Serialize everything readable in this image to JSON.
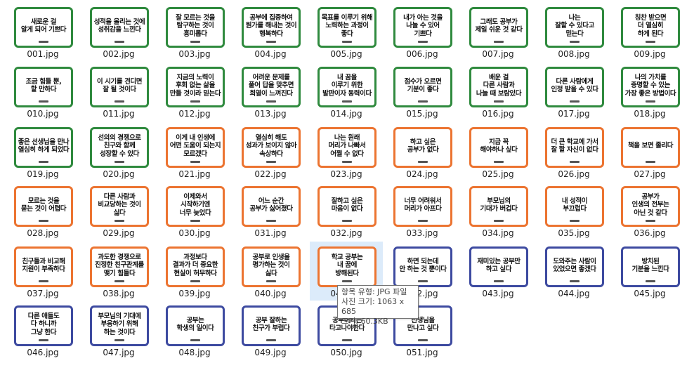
{
  "colors": {
    "green": "#2f8a3e",
    "orange": "#ec7431",
    "blue": "#3d4aa0",
    "selection": "#dcebfa"
  },
  "files": [
    {
      "name": "001.jpg",
      "text": "새로운 걸\n알게 되어 기쁘다",
      "color": "green"
    },
    {
      "name": "002.jpg",
      "text": "성적을 올리는 것에\n성취감을 느낀다",
      "color": "green"
    },
    {
      "name": "003.jpg",
      "text": "잘 모르는 것을\n탐구하는 것이\n흥미롭다",
      "color": "green"
    },
    {
      "name": "004.jpg",
      "text": "공부에 집중하여\n뭔가를 해내는 것이\n행복하다",
      "color": "green"
    },
    {
      "name": "005.jpg",
      "text": "목표를 이루기 위해\n노력하는 과정이\n좋다",
      "color": "green"
    },
    {
      "name": "006.jpg",
      "text": "내가 아는 것을\n나눌 수 있어\n기쁘다",
      "color": "green"
    },
    {
      "name": "007.jpg",
      "text": "그래도 공부가\n제일 쉬운 것 같다",
      "color": "green"
    },
    {
      "name": "008.jpg",
      "text": "나는\n잘할 수 있다고\n믿는다",
      "color": "green"
    },
    {
      "name": "009.jpg",
      "text": "칭찬 받으면\n더 열심히\n하게 된다",
      "color": "green"
    },
    {
      "name": "010.jpg",
      "text": "조금 힘들 뿐,\n할 만하다",
      "color": "green"
    },
    {
      "name": "011.jpg",
      "text": "이 시기를 견디면\n잘 될 것이다",
      "color": "green"
    },
    {
      "name": "012.jpg",
      "text": "지금의 노력이\n후회 없는 삶을\n만들 것이라 믿는다",
      "color": "green"
    },
    {
      "name": "013.jpg",
      "text": "어려운 문제를\n풀어 답을 맞추면\n희열이 느껴진다",
      "color": "green"
    },
    {
      "name": "014.jpg",
      "text": "내 꿈을\n이루기 위한\n발판이자 동력이다",
      "color": "green"
    },
    {
      "name": "015.jpg",
      "text": "점수가 오르면\n기분이 좋다",
      "color": "green"
    },
    {
      "name": "016.jpg",
      "text": "배운 걸\n다른 사람과\n나눌 때 보람있다",
      "color": "green"
    },
    {
      "name": "017.jpg",
      "text": "다른 사람에게\n인정 받을 수 있다",
      "color": "green"
    },
    {
      "name": "018.jpg",
      "text": "나의 가치를\n증명할 수 있는\n가장 좋은 방법이다",
      "color": "green"
    },
    {
      "name": "019.jpg",
      "text": "좋은 선생님을 만나\n열심히 하게 되었다",
      "color": "green"
    },
    {
      "name": "020.jpg",
      "text": "선의의 경쟁으로\n친구와 함께\n성장할 수 있다",
      "color": "green"
    },
    {
      "name": "021.jpg",
      "text": "이게 내 인생에\n어떤 도움이 되는지\n모르겠다",
      "color": "orange"
    },
    {
      "name": "022.jpg",
      "text": "열심히 해도\n성과가 보이지 않아\n속상하다",
      "color": "orange"
    },
    {
      "name": "023.jpg",
      "text": "나는 원래\n머리가 나빠서\n어쩔 수 없다",
      "color": "orange"
    },
    {
      "name": "024.jpg",
      "text": "하고 싶은\n공부가 없다",
      "color": "orange"
    },
    {
      "name": "025.jpg",
      "text": "지금 꼭\n해야하나 싶다",
      "color": "orange"
    },
    {
      "name": "026.jpg",
      "text": "더 큰 학교에 가서\n잘 할 자신이 없다",
      "color": "orange"
    },
    {
      "name": "027.jpg",
      "text": "책을 보면 졸리다",
      "color": "orange"
    },
    {
      "name": "028.jpg",
      "text": "모르는 것을\n묻는 것이 어렵다",
      "color": "orange"
    },
    {
      "name": "029.jpg",
      "text": "다른 사람과\n비교당하는 것이\n싫다",
      "color": "orange"
    },
    {
      "name": "030.jpg",
      "text": "이제와서\n시작하기엔\n너무 늦었다",
      "color": "orange"
    },
    {
      "name": "031.jpg",
      "text": "어느 순간\n공부가 싫어졌다",
      "color": "orange"
    },
    {
      "name": "032.jpg",
      "text": "잘하고 싶은\n마음이 없다",
      "color": "orange"
    },
    {
      "name": "033.jpg",
      "text": "너무 어려워서\n머리가 아프다",
      "color": "orange"
    },
    {
      "name": "034.jpg",
      "text": "부모님의\n기대가 버겁다",
      "color": "orange"
    },
    {
      "name": "035.jpg",
      "text": "내 성적이\n부끄럽다",
      "color": "orange"
    },
    {
      "name": "036.jpg",
      "text": "공부가\n인생의 전부는\n아닌 것 같다",
      "color": "orange"
    },
    {
      "name": "037.jpg",
      "text": "친구들과 비교해\n지원이 부족하다",
      "color": "orange"
    },
    {
      "name": "038.jpg",
      "text": "과도한 경쟁으로\n진정한 친구관계를\n맺기 힘들다",
      "color": "orange"
    },
    {
      "name": "039.jpg",
      "text": "과정보다\n결과가 더 중요한\n현실이 허무하다",
      "color": "orange"
    },
    {
      "name": "040.jpg",
      "text": "공부로 인생을\n평가하는 것이\n싫다",
      "color": "orange"
    },
    {
      "name": "041.jpg",
      "text": "학교 공부는\n내 꿈에\n방해된다",
      "color": "orange"
    },
    {
      "name": "042.jpg",
      "text": "하면 되는데\n안 하는 것 뿐이다",
      "color": "blue"
    },
    {
      "name": "043.jpg",
      "text": "재미있는 공부만\n하고 싶다",
      "color": "blue"
    },
    {
      "name": "044.jpg",
      "text": "도와주는 사람이\n있었으면 좋겠다",
      "color": "blue"
    },
    {
      "name": "045.jpg",
      "text": "방치된\n기분을 느낀다",
      "color": "blue"
    },
    {
      "name": "046.jpg",
      "text": "다른 애들도\n다 하니까\n그냥 한다",
      "color": "blue"
    },
    {
      "name": "047.jpg",
      "text": "부모님의 기대에\n부응하기 위해\n하는 것이다",
      "color": "blue"
    },
    {
      "name": "048.jpg",
      "text": "공부는\n학생의 일이다",
      "color": "blue"
    },
    {
      "name": "049.jpg",
      "text": "공부 잘하는\n친구가 부럽다",
      "color": "blue"
    },
    {
      "name": "050.jpg",
      "text": "공부머리는\n타고나야한다",
      "color": "blue"
    },
    {
      "name": "051.jpg",
      "text": "선생님을\n만나고 싶다",
      "color": "blue"
    }
  ],
  "tooltip": {
    "type": "항목 유형: JPG 파일",
    "dimensions": "사진 크기: 1063 x 685",
    "size": "크기: 60.3KB"
  }
}
